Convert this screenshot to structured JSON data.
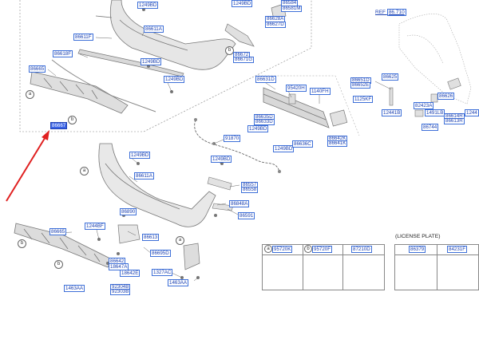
{
  "reference": {
    "prefix": "REF",
    "code": "86.710"
  },
  "license_plate": {
    "title": "(LICENSE PLATE)"
  },
  "callouts": {
    "a": "a",
    "b": "b"
  },
  "parts": {
    "p1249bd_a": "1249BD",
    "p86611f": "86611F",
    "p86611a_top": "86611A",
    "p86618f": "86618F",
    "p86665_top": "86665",
    "p1249bd_b": "1249BD",
    "p1249bd_c": "1249BD",
    "p86667_highlight": "86667",
    "p1249bd_d": "1249BD",
    "p86584": "86584",
    "p86581m": "86581M",
    "p86628a": "86628A",
    "p86627d": "86627D",
    "p86672": "86672",
    "p86671g": "86671G",
    "p86631d": "86631D",
    "p95420h": "95420H",
    "p1140fh": "1140FH",
    "p86651d": "86651D",
    "p86652e": "86652E",
    "p86625": "86625",
    "p1125kf": "1125KF",
    "p12441b": "12441B",
    "p82423a": "82423A",
    "p1491lb": "1491LB",
    "p86626": "86626",
    "p86614r": "86614R",
    "p86613r": "86613R",
    "p86744": "86744",
    "p1244": "1244",
    "p86635d": "86635D",
    "p86633d": "86633D",
    "p1249bd_e": "1249BD",
    "p91870": "91870",
    "p1249bd_f": "1249BD",
    "p86636c": "86636C",
    "p86642k": "86642K",
    "p86641k": "86641K",
    "p1249bd_g": "1249BD",
    "p86611a_low": "86611A",
    "p1249bd_h": "1249BD",
    "p86665_low": "86665",
    "p1244bf": "1244BF",
    "p86890": "86890",
    "p86613": "86613",
    "p86557": "86557",
    "p86558": "86558",
    "p86848a": "86848A",
    "p86591": "86591",
    "p86642": "86642",
    "p18647a": "18647A",
    "p18642e": "18642E",
    "p92304b": "92304B",
    "p92303b": "92303B",
    "p1463aa_l": "1463AA",
    "p1463aa_r": "1463AA",
    "p1327ac": "1327AC",
    "p86695d": "86695D",
    "t95720k": "95720K",
    "t95720f": "95720F",
    "t87210d": "87210D",
    "t86379": "86379",
    "t84231f": "84231F"
  },
  "colors": {
    "label_border": "#3d6fd8",
    "label_text": "#1a3fb0",
    "highlight": "#3a63e6",
    "arrow": "#e02020"
  }
}
